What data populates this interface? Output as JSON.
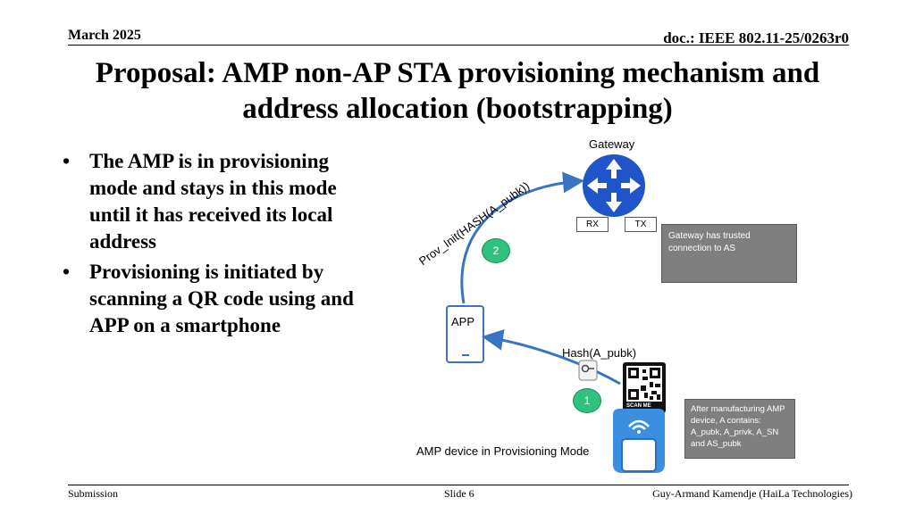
{
  "header": {
    "date": "March 2025",
    "doc": "doc.: IEEE 802.11-25/0263r0"
  },
  "title": "Proposal: AMP non-AP STA provisioning mechanism and address allocation (bootstrapping)",
  "bullets": [
    "The AMP is in provisioning mode and stays in this mode until it has received its local address",
    "Provisioning is initiated by scanning a QR code using and APP on a smartphone"
  ],
  "diagram": {
    "gateway_label": "Gateway",
    "rx": "RX",
    "tx": "TX",
    "gateway_note": "Gateway has trusted connection to AS",
    "arrow_label": "Prov_Init(HASH(A_pubk))",
    "step2": "2",
    "app_label": "APP",
    "hash_label": "Hash(A_pubk)",
    "step1": "1",
    "scan_me": "SCAN ME",
    "device_note": "After manufacturing AMP device, A contains: A_pubk, A_privk, A_SN and AS_pubk",
    "device_label": "AMP device in Provisioning Mode",
    "colors": {
      "arrow": "#3b73c4",
      "router": "#1f55c8",
      "badge": "#2ec27e",
      "note": "#7f7f7f"
    }
  },
  "footer": {
    "left": "Submission",
    "center": "Slide 6",
    "right": "Guy-Armand Kamendje (HaiLa Technologies)"
  }
}
